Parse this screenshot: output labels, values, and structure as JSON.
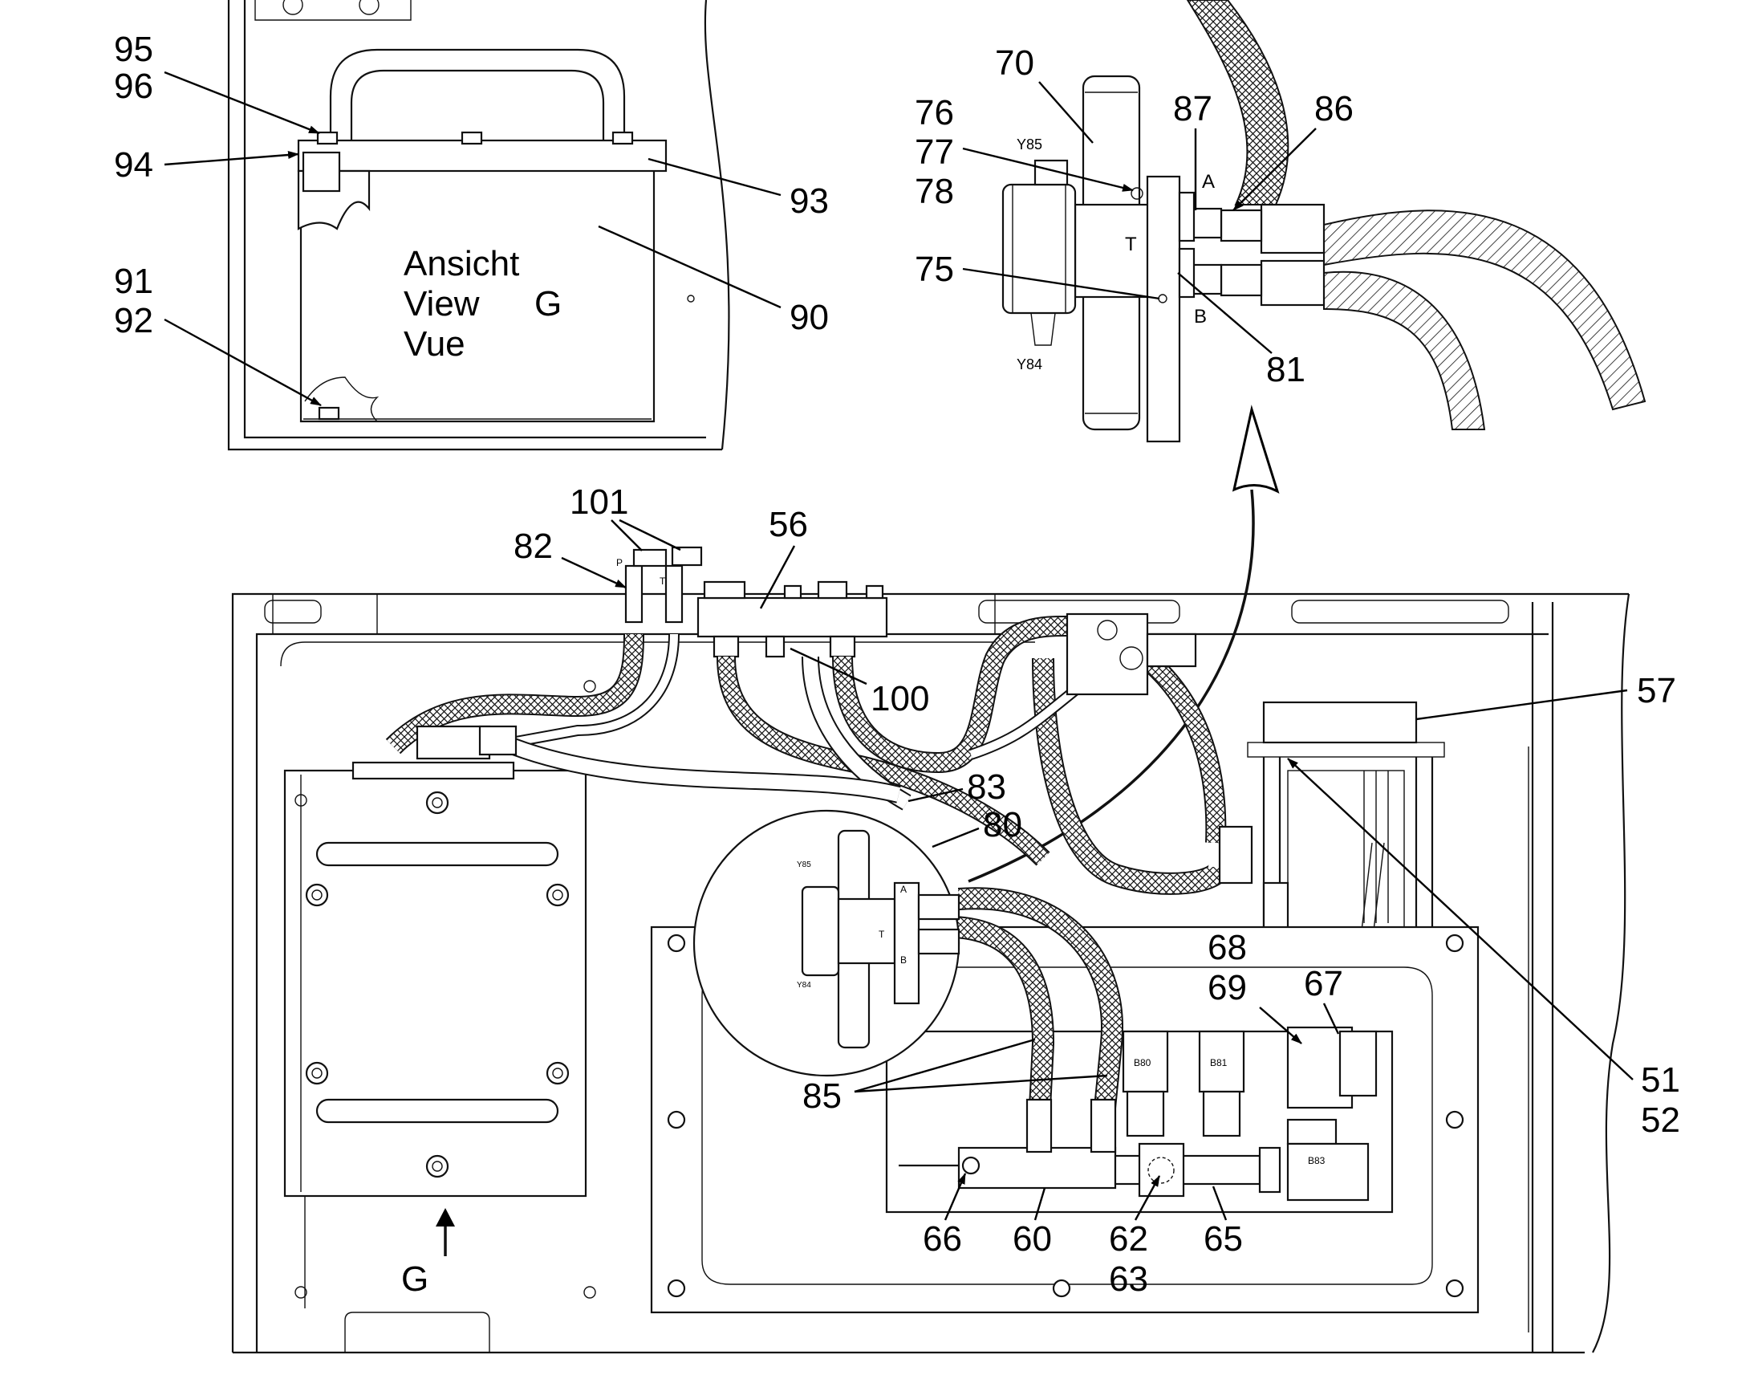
{
  "view_caption": {
    "line1": "Ansicht",
    "line2": "View",
    "line3": "Vue",
    "view_letter": "G"
  },
  "view_arrow_label": "G",
  "callouts": {
    "c95": "95",
    "c96": "96",
    "c94": "94",
    "c93": "93",
    "c90": "90",
    "c91": "91",
    "c92": "92",
    "c70": "70",
    "c76": "76",
    "c77": "77",
    "c78": "78",
    "c87": "87",
    "c86": "86",
    "c75": "75",
    "c81": "81",
    "c101": "101",
    "c82": "82",
    "c56": "56",
    "c100": "100",
    "c57": "57",
    "c83": "83",
    "c80": "80",
    "c68": "68",
    "c69": "69",
    "c67": "67",
    "c85": "85",
    "c51": "51",
    "c52": "52",
    "c66": "66",
    "c60": "60",
    "c62": "62",
    "c63": "63",
    "c65": "65"
  },
  "port_labels": {
    "a": "A",
    "b": "B",
    "t": "T",
    "p": "P"
  },
  "valve_labels": {
    "y85": "Y85",
    "y84": "Y84"
  },
  "sensor_labels": {
    "b80": "B80",
    "b81": "B81",
    "b83": "B83"
  }
}
